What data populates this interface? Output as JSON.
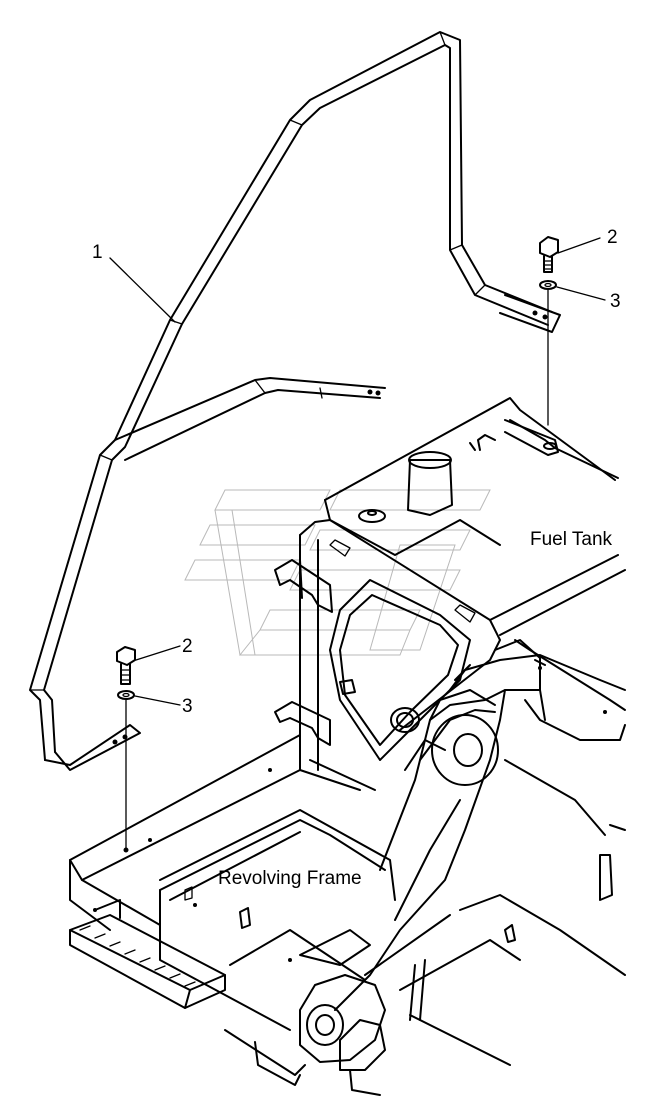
{
  "callouts": {
    "part1": "1",
    "part2_upper": "2",
    "part3_upper": "3",
    "part2_lower": "2",
    "part3_lower": "3"
  },
  "labels": {
    "fuel_tank": "Fuel Tank",
    "revolving_frame": "Revolving Frame"
  },
  "colors": {
    "line": "#000000",
    "background": "#ffffff",
    "watermark": "#b9b9b9"
  }
}
